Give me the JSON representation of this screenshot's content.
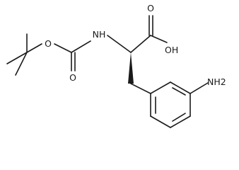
{
  "molecule": {
    "atom_labels": {
      "nh": "NH",
      "o_ester": "O",
      "o_carbonyl": "O",
      "o_acid": "O",
      "oh": "OH",
      "nh2": "NH2"
    },
    "ink_color": "#1a1a1a",
    "background_color": "#ffffff"
  }
}
